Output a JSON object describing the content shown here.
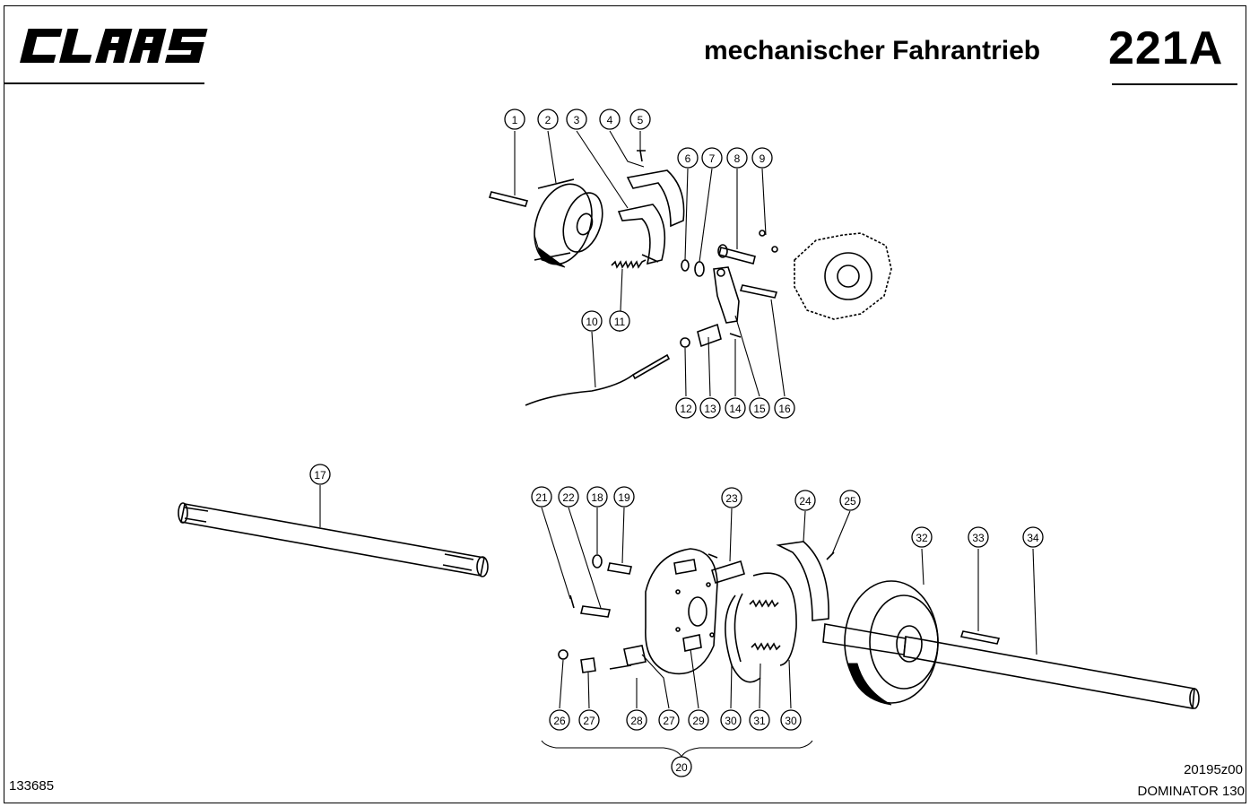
{
  "header": {
    "logo": "CLAAS",
    "title": "mechanischer Fahrantrieb",
    "page_number": "221A"
  },
  "footer": {
    "document_number": "133685",
    "drawing_code": "20195z00",
    "model": "DOMINATOR 130"
  },
  "callouts": [
    {
      "label": "1"
    },
    {
      "label": "2"
    },
    {
      "label": "3"
    },
    {
      "label": "4"
    },
    {
      "label": "5"
    },
    {
      "label": "6"
    },
    {
      "label": "7"
    },
    {
      "label": "8"
    },
    {
      "label": "9"
    },
    {
      "label": "10"
    },
    {
      "label": "11"
    },
    {
      "label": "12"
    },
    {
      "label": "13"
    },
    {
      "label": "14"
    },
    {
      "label": "15"
    },
    {
      "label": "16"
    },
    {
      "label": "17"
    },
    {
      "label": "18"
    },
    {
      "label": "19"
    },
    {
      "label": "20"
    },
    {
      "label": "21"
    },
    {
      "label": "22"
    },
    {
      "label": "23"
    },
    {
      "label": "24"
    },
    {
      "label": "25"
    },
    {
      "label": "26"
    },
    {
      "label": "27"
    },
    {
      "label": "28"
    },
    {
      "label": "29"
    },
    {
      "label": "30"
    },
    {
      "label": "30"
    },
    {
      "label": "31"
    },
    {
      "label": "32"
    },
    {
      "label": "33"
    },
    {
      "label": "34"
    }
  ]
}
